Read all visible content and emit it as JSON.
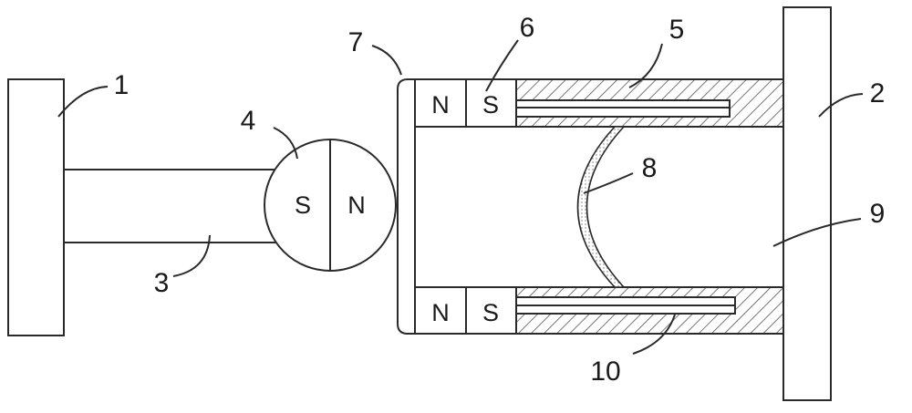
{
  "labels": {
    "l1": "1",
    "l2": "2",
    "l3": "3",
    "l4": "4",
    "l5": "5",
    "l6": "6",
    "l7": "7",
    "l8": "8",
    "l9": "9",
    "l10": "10"
  },
  "poles": {
    "ball_left": "S",
    "ball_right": "N",
    "top_left": "N",
    "top_right": "S",
    "bottom_left": "N",
    "bottom_right": "S"
  }
}
